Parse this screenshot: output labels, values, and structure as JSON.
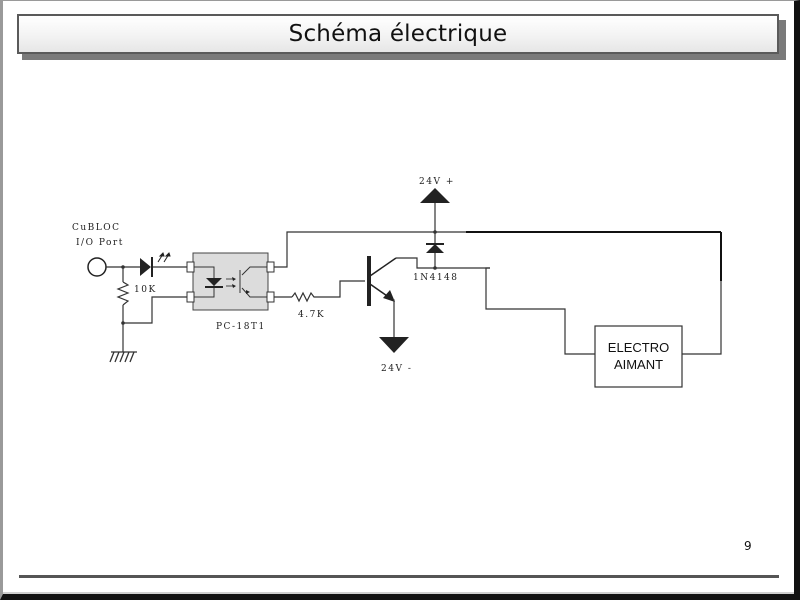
{
  "slide": {
    "title": "Schéma électrique",
    "page_number": "9"
  },
  "schematic": {
    "io_port_label_line1": "CuBLOC",
    "io_port_label_line2": "I/O Port",
    "resistor_pulldown_label": "10K",
    "optocoupler_label": "PC-18T1",
    "resistor_base_label": "4.7K",
    "supply_positive_label": "24V +",
    "supply_negative_label": "24V -",
    "diode_label": "1N4148",
    "load_label_line1": "ELECTRO",
    "load_label_line2": "AIMANT",
    "icons": {
      "io_port": "circle-terminal-icon",
      "led": "led-icon",
      "ground": "ground-icon",
      "optocoupler": "optocoupler-icon",
      "transistor": "npn-transistor-icon",
      "diode": "diode-icon",
      "supply_positive": "arrow-up-supply-icon",
      "supply_negative": "arrow-down-supply-icon"
    },
    "colors": {
      "wire": "#333333",
      "optocoupler_fill": "#dcdcdc",
      "title_border": "#5a5a5a"
    }
  }
}
